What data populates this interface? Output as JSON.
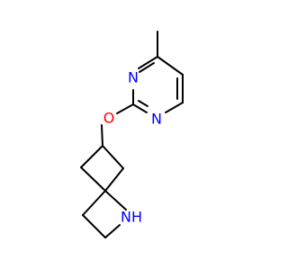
{
  "molecule": {
    "atoms": {
      "n1": {
        "label": "N",
        "color": "#0000ff"
      },
      "n3": {
        "label": "N",
        "color": "#0000ff"
      },
      "o": {
        "label": "O",
        "color": "#ff0000"
      },
      "nh": {
        "label": "NH",
        "color": "#0000ff"
      }
    }
  }
}
